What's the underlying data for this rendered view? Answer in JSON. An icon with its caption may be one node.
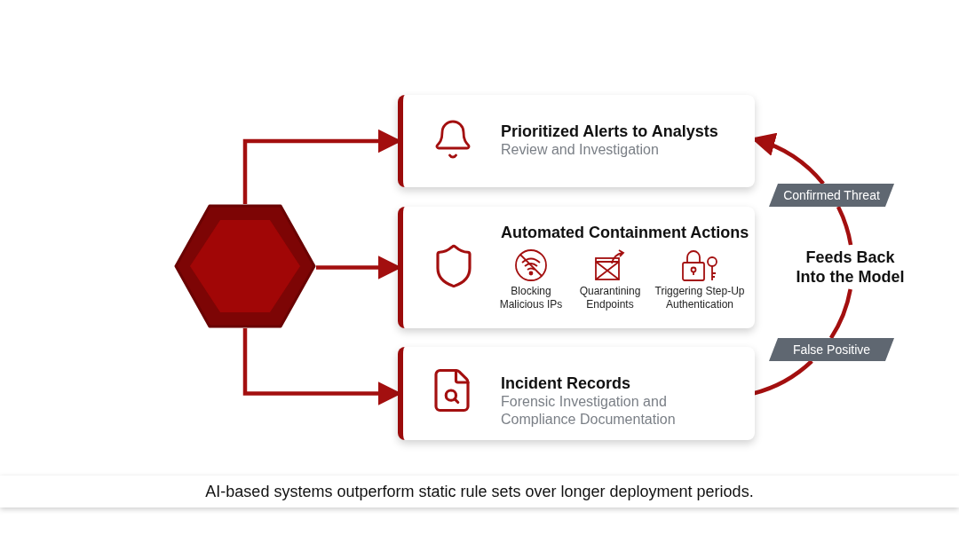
{
  "diagram": {
    "nodes": [
      {
        "text": [],
        "shape": "hexagon"
      },
      {
        "text": [
          "Prioritized Alerts to Analysts",
          "Review and Investigation"
        ]
      },
      {
        "text": [
          "Automated Containment Actions",
          "Blocking Malicious IPs",
          "Quarantining Endpoints",
          "Triggering Step-Up Authentication"
        ]
      },
      {
        "text": [
          "Incident Records",
          "Forensic Investigation and Compliance Documentation"
        ]
      },
      {
        "text": [
          "False Positive"
        ]
      },
      {
        "text": [
          "Feeds Back Into the Model"
        ]
      },
      {
        "text": [
          "Confirmed Threat"
        ]
      }
    ],
    "edges": [
      {
        "from": 0,
        "to": 1,
        "arrow": "to"
      },
      {
        "from": 0,
        "to": 2,
        "arrow": "to"
      },
      {
        "from": 0,
        "to": 3,
        "arrow": "to"
      },
      {
        "from": 3,
        "to": 4,
        "arrow": "none"
      },
      {
        "from": 4,
        "to": 5,
        "arrow": "none"
      },
      {
        "from": 5,
        "to": 6,
        "arrow": "none"
      },
      {
        "from": 6,
        "to": 1,
        "arrow": "to"
      }
    ],
    "caption": "AI-based systems outperform static rule sets over longer deployment periods."
  }
}
